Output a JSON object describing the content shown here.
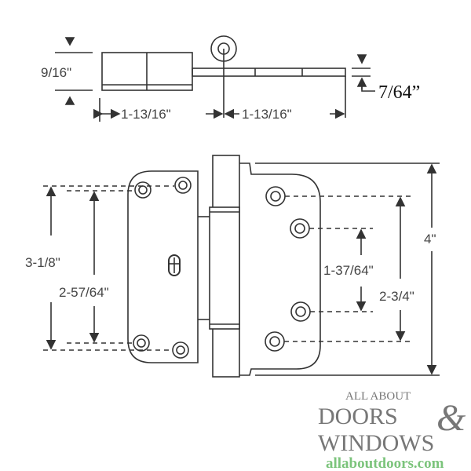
{
  "top_view": {
    "labels": {
      "height": "9/16\"",
      "thickness": "7/64”",
      "left_width": "1-13/16\"",
      "right_width": "1-13/16\""
    }
  },
  "front_view": {
    "labels": {
      "left_outer": "3-1/8\"",
      "left_inner": "2-57/64\"",
      "right_inner": "1-37/64\"",
      "right_outer": "2-3/4\"",
      "overall": "4\""
    }
  },
  "logo": {
    "line1": "ALL ABOUT",
    "line2": "DOORS",
    "ampersand": "&",
    "line3": "WINDOWS",
    "url": "allaboutdoors.com"
  },
  "colors": {
    "line": "#333333",
    "logo_gray": "#777777",
    "logo_green": "#7cc47c"
  }
}
